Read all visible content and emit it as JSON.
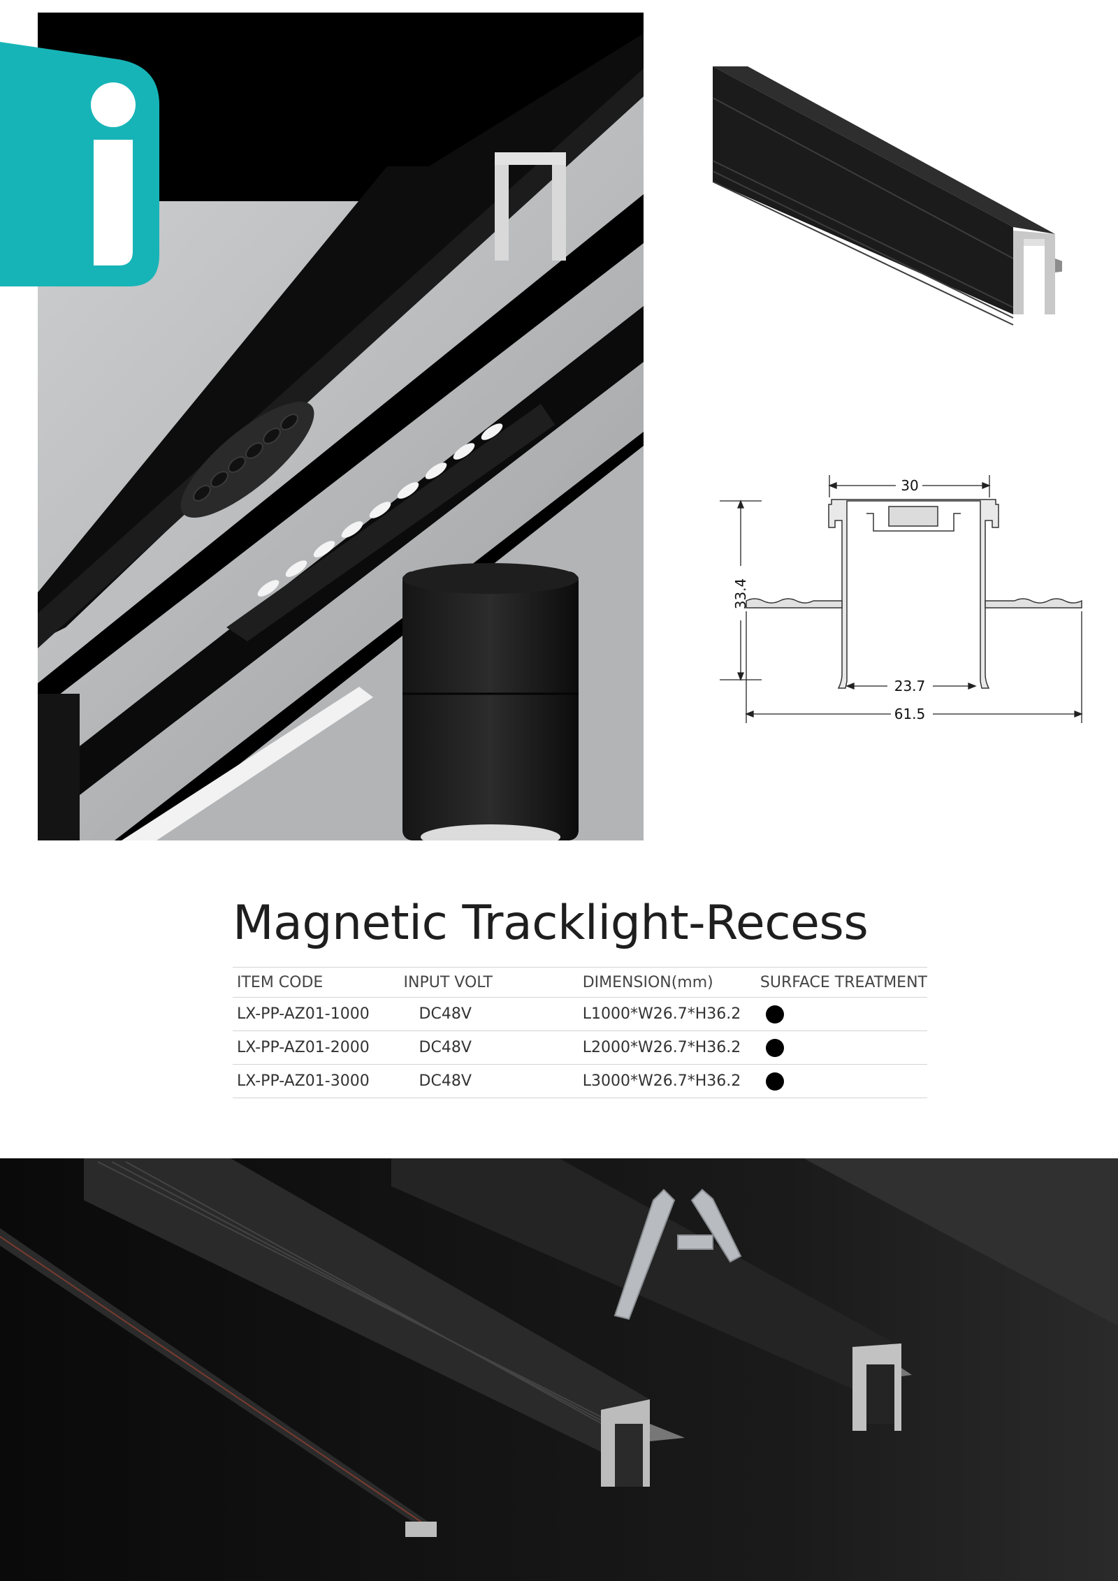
{
  "dimensions": {
    "width": "30",
    "height": "33.4",
    "inner_opening": "23.7",
    "flange_width": "61.5"
  },
  "product": {
    "title": "Magnetic Tracklight-Recess"
  },
  "table": {
    "headers": [
      "ITEM CODE",
      "INPUT VOLT",
      "DIMENSION(mm)",
      "SURFACE TREATMENT"
    ],
    "rows": [
      {
        "item_code": "LX-PP-AZ01-1000",
        "input_volt": "DC48V",
        "dimension": "L1000*W26.7*H36.2",
        "surface_color": "#000000"
      },
      {
        "item_code": "LX-PP-AZ01-2000",
        "input_volt": "DC48V",
        "dimension": "L2000*W26.7*H36.2",
        "surface_color": "#000000"
      },
      {
        "item_code": "LX-PP-AZ01-3000",
        "input_volt": "DC48V",
        "dimension": "L3000*W26.7*H36.2",
        "surface_color": "#000000"
      }
    ]
  },
  "colors": {
    "brand_teal": "#17b4b7",
    "profile_black": "#1a1a1a",
    "ceiling_grey": "#c6c8c9"
  },
  "icons": {
    "logo": "brand-i-logo-icon",
    "finish_swatch": "black-finish-dot-icon"
  }
}
